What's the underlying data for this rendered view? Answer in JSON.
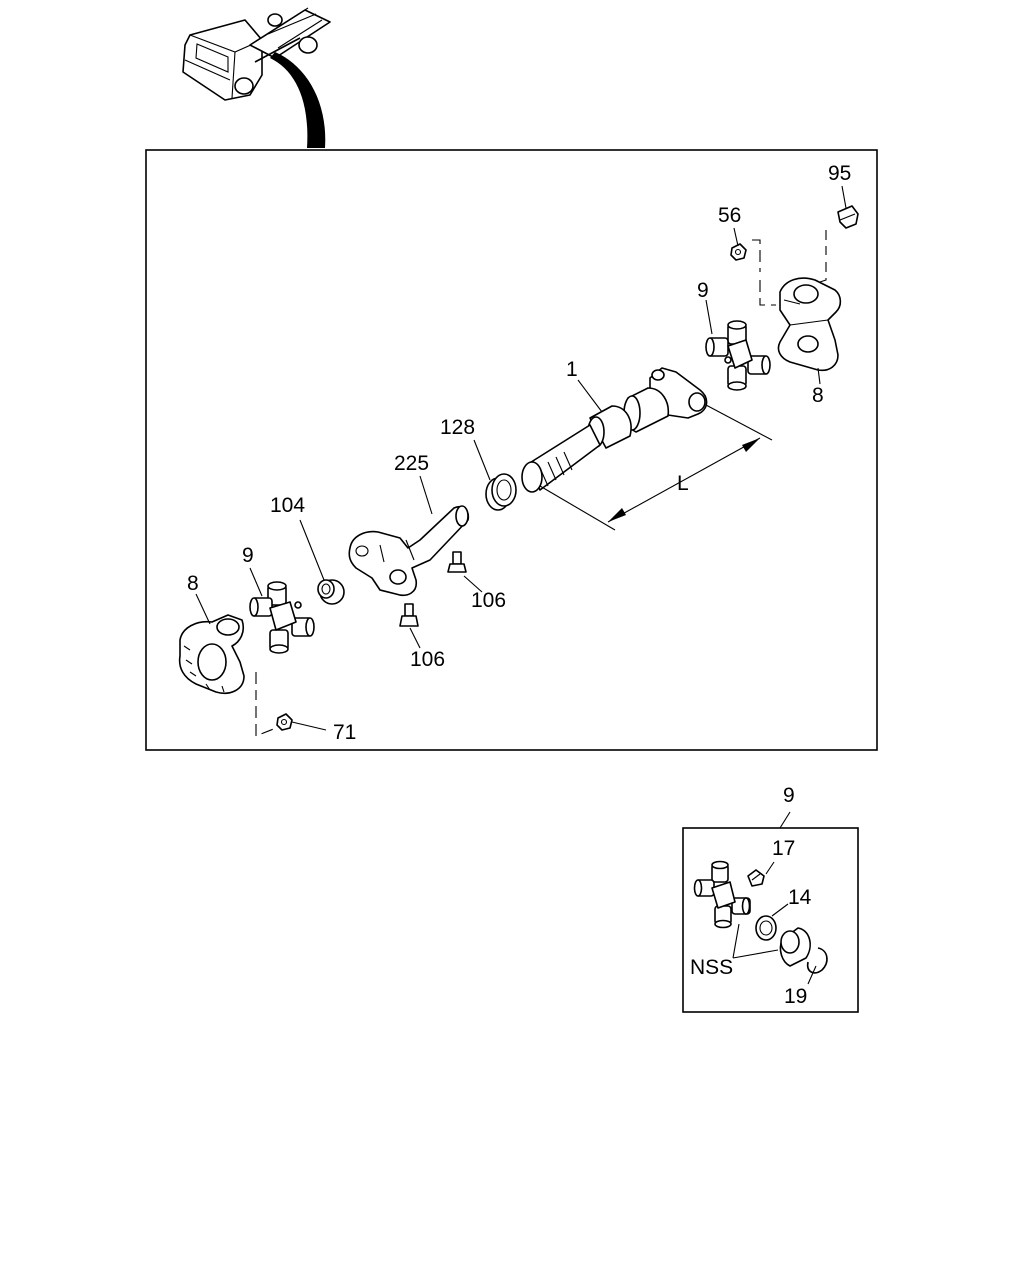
{
  "callouts": {
    "p95": "95",
    "p56": "56",
    "p9_top": "9",
    "p8_right": "8",
    "p1": "1",
    "p128": "128",
    "p225": "225",
    "dim_l": "L",
    "p104": "104",
    "p9_left": "9",
    "p8_left": "8",
    "p106_right": "106",
    "p106_bottom": "106",
    "p71": "71"
  },
  "inset": {
    "p9": "9",
    "p17": "17",
    "p14": "14",
    "nss": "NSS",
    "p19": "19"
  }
}
